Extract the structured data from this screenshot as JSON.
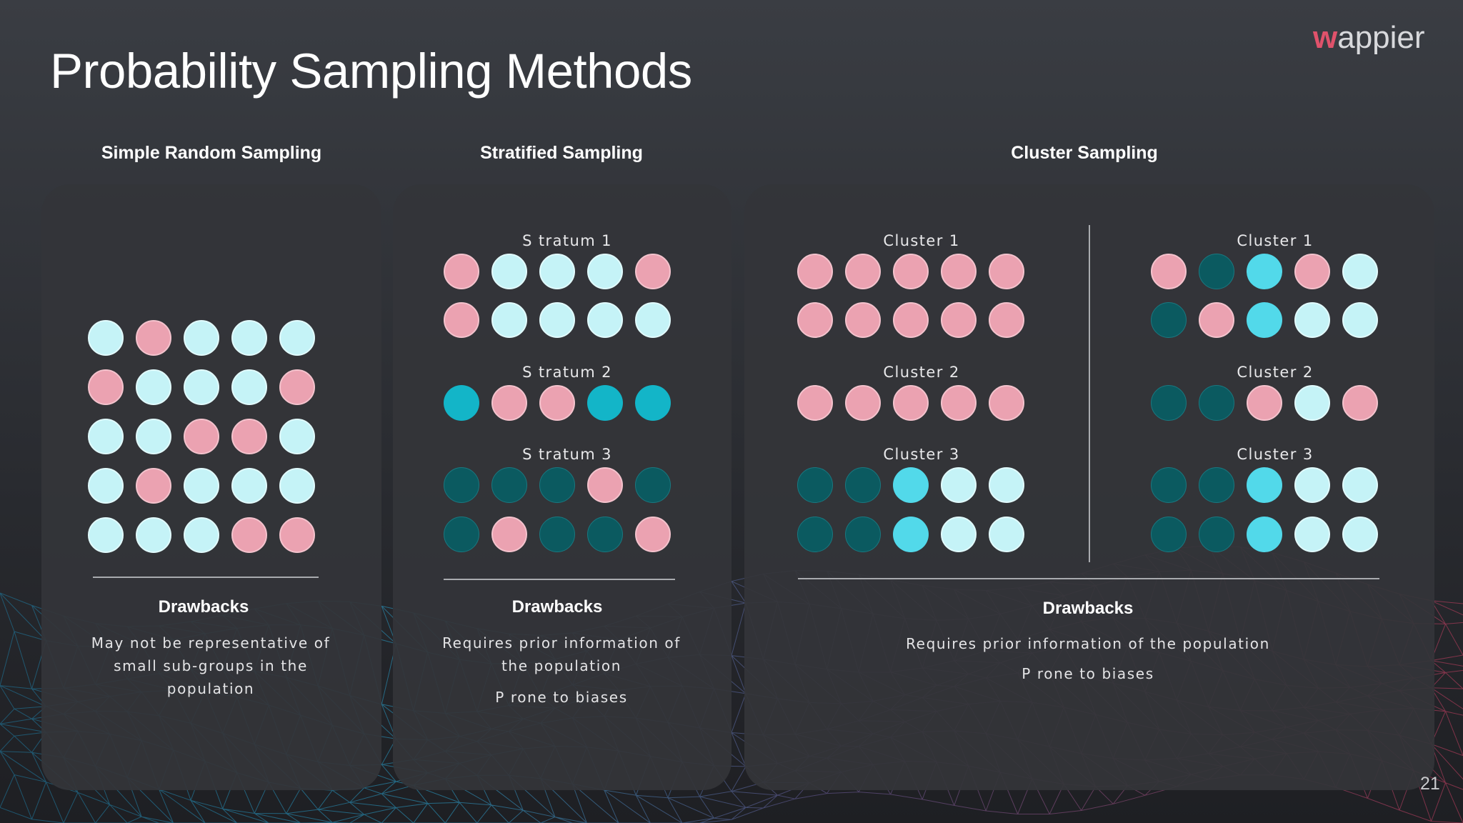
{
  "title": "Probability Sampling Methods",
  "logo": {
    "w": "w",
    "rest": "appier"
  },
  "page_number": "21",
  "colors": {
    "pink": "#eba2b1",
    "light_cyan": "#c5f3f7",
    "cyan": "#13b5c8",
    "bright_cyan": "#52d9ea",
    "dark_teal": "#0b5a60"
  },
  "simple": {
    "heading": "Simple Random Sampling",
    "grid": [
      [
        "L",
        "P",
        "L",
        "L",
        "L"
      ],
      [
        "P",
        "L",
        "L",
        "L",
        "P"
      ],
      [
        "L",
        "L",
        "P",
        "P",
        "L"
      ],
      [
        "L",
        "P",
        "L",
        "L",
        "L"
      ],
      [
        "L",
        "L",
        "L",
        "P",
        "P"
      ]
    ],
    "drawbacks_title": "Drawbacks",
    "drawbacks": [
      "May not be representative of small sub-groups in the population"
    ]
  },
  "stratified": {
    "heading": "Stratified Sampling",
    "groups": [
      {
        "label": "S tratum 1",
        "rows": [
          [
            "P",
            "L",
            "L",
            "L",
            "P"
          ],
          [
            "P",
            "L",
            "L",
            "L",
            "L"
          ]
        ]
      },
      {
        "label": "S tratum 2",
        "rows": [
          [
            "C",
            "P",
            "P",
            "C",
            "C"
          ]
        ]
      },
      {
        "label": "S tratum 3",
        "rows": [
          [
            "D",
            "D",
            "D",
            "P",
            "D"
          ],
          [
            "D",
            "P",
            "D",
            "D",
            "P"
          ]
        ]
      }
    ],
    "drawbacks_title": "Drawbacks",
    "drawbacks": [
      "Requires prior information of the population",
      "P rone to biases"
    ]
  },
  "cluster": {
    "heading": "Cluster Sampling",
    "left": [
      {
        "label": "Cluster 1",
        "rows": [
          [
            "P",
            "P",
            "P",
            "P",
            "P"
          ],
          [
            "P",
            "P",
            "P",
            "P",
            "P"
          ]
        ]
      },
      {
        "label": "Cluster 2",
        "rows": [
          [
            "P",
            "P",
            "P",
            "P",
            "P"
          ]
        ]
      },
      {
        "label": "Cluster 3",
        "rows": [
          [
            "D",
            "D",
            "B",
            "L",
            "L"
          ],
          [
            "D",
            "D",
            "B",
            "L",
            "L"
          ]
        ]
      }
    ],
    "right": [
      {
        "label": "Cluster 1",
        "rows": [
          [
            "P",
            "D",
            "B",
            "P",
            "L"
          ],
          [
            "D",
            "P",
            "B",
            "L",
            "L"
          ]
        ]
      },
      {
        "label": "Cluster 2",
        "rows": [
          [
            "D",
            "D",
            "P",
            "L",
            "P"
          ]
        ]
      },
      {
        "label": "Cluster 3",
        "rows": [
          [
            "D",
            "D",
            "B",
            "L",
            "L"
          ],
          [
            "D",
            "D",
            "B",
            "L",
            "L"
          ]
        ]
      }
    ],
    "drawbacks_title": "Drawbacks",
    "drawbacks": [
      "Requires prior information of the population",
      "P rone to biases"
    ]
  }
}
